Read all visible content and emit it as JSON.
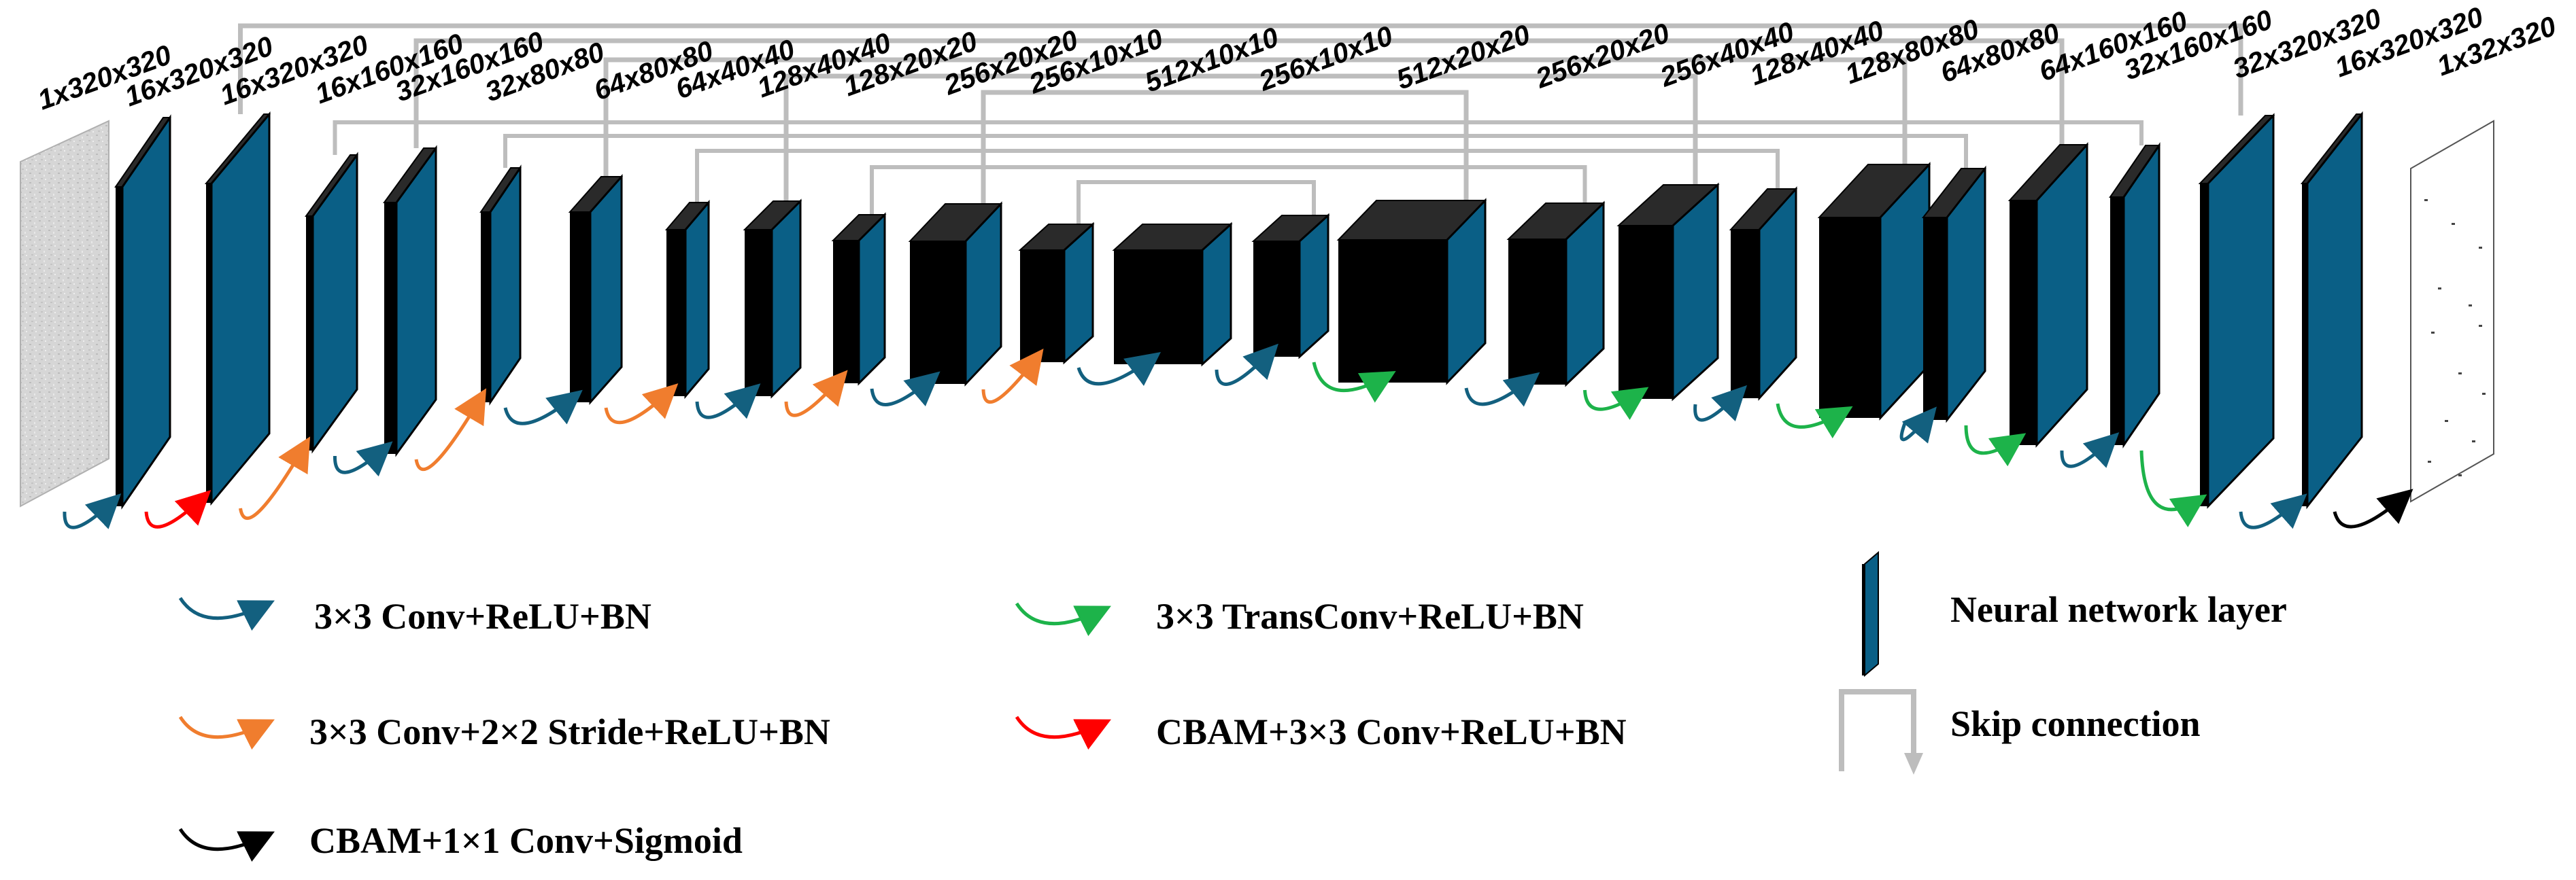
{
  "colors": {
    "layer_blue": "#0a5f86",
    "layer_dark": "#000000",
    "layer_top": "#2a2a2a",
    "skip_gray": "#bdbdbd",
    "conv_blue": "#13607f",
    "stride_orange": "#f07d2e",
    "cbam_red": "#ff0000",
    "transconv_green": "#1db34a",
    "sigmoid_black": "#000000"
  },
  "layers": [
    {
      "label": "1x320x320",
      "kind": "input-image"
    },
    {
      "label": "16x320x320",
      "kind": "encoder"
    },
    {
      "label": "16x320x320",
      "kind": "encoder"
    },
    {
      "label": "16x160x160",
      "kind": "encoder"
    },
    {
      "label": "32x160x160",
      "kind": "encoder"
    },
    {
      "label": "32x80x80",
      "kind": "encoder"
    },
    {
      "label": "64x80x80",
      "kind": "encoder"
    },
    {
      "label": "64x40x40",
      "kind": "encoder"
    },
    {
      "label": "128x40x40",
      "kind": "encoder"
    },
    {
      "label": "128x20x20",
      "kind": "encoder"
    },
    {
      "label": "256x20x20",
      "kind": "encoder"
    },
    {
      "label": "256x10x10",
      "kind": "encoder"
    },
    {
      "label": "512x10x10",
      "kind": "bottleneck"
    },
    {
      "label": "256x10x10",
      "kind": "decoder"
    },
    {
      "label": "512x20x20",
      "kind": "decoder"
    },
    {
      "label": "256x20x20",
      "kind": "decoder"
    },
    {
      "label": "256x40x40",
      "kind": "decoder"
    },
    {
      "label": "128x40x40",
      "kind": "decoder"
    },
    {
      "label": "128x80x80",
      "kind": "decoder"
    },
    {
      "label": "64x80x80",
      "kind": "decoder"
    },
    {
      "label": "64x160x160",
      "kind": "decoder"
    },
    {
      "label": "32x160x160",
      "kind": "decoder"
    },
    {
      "label": "32x320x320",
      "kind": "decoder"
    },
    {
      "label": "16x320x320",
      "kind": "decoder"
    },
    {
      "label": "1x32x320",
      "kind": "output-map"
    }
  ],
  "transitions": [
    "conv",
    "cbam_conv",
    "stride",
    "conv",
    "stride",
    "conv",
    "stride",
    "conv",
    "stride",
    "conv",
    "stride",
    "conv",
    "conv",
    "transconv",
    "conv",
    "transconv",
    "conv",
    "transconv",
    "conv",
    "transconv",
    "conv",
    "transconv",
    "conv",
    "sigmoid"
  ],
  "legend": {
    "conv": "3×3 Conv+ReLU+BN",
    "stride": "3×3 Conv+2×2 Stride+ReLU+BN",
    "sigmoid": "CBAM+1×1 Conv+Sigmoid",
    "transconv": "3×3 TransConv+ReLU+BN",
    "cbam_conv": "CBAM+3×3 Conv+ReLU+BN",
    "layer": "Neural network layer",
    "skip": "Skip connection"
  }
}
